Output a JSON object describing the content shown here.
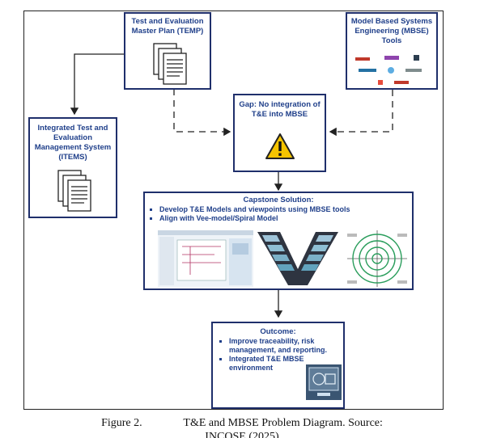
{
  "temp": {
    "title_1": "Test and Evaluation",
    "title_2": "Master Plan (TEMP)"
  },
  "mbse": {
    "title_1": "Model Based Systems",
    "title_2": "Engineering (MBSE)",
    "title_3": "Tools"
  },
  "items": {
    "title_1": "Integrated Test and",
    "title_2": "Evaluation",
    "title_3": "Management System",
    "title_4": "(ITEMS)"
  },
  "gap": {
    "title_1": "Gap: No integration of",
    "title_2": "T&E into MBSE"
  },
  "capstone": {
    "title": "Capstone Solution:",
    "bullets": [
      "Develop T&E Models and viewpoints using MBSE tools",
      "Align with Vee-model/Spiral Model"
    ]
  },
  "outcome": {
    "title": "Outcome:",
    "bullets_1a": "Improve traceability, risk",
    "bullets_1b": "management, and reporting.",
    "bullets_2a": "Integrated T&E MBSE",
    "bullets_2b": "environment"
  },
  "caption": {
    "label": "Figure 2.",
    "text": "T&E and MBSE Problem Diagram. Source:",
    "line2": "INCOSE (2025)"
  },
  "colors": {
    "title_blue": "#1f3f8a",
    "box_border": "#1f2f6b",
    "warning_yellow": "#f5c400"
  }
}
